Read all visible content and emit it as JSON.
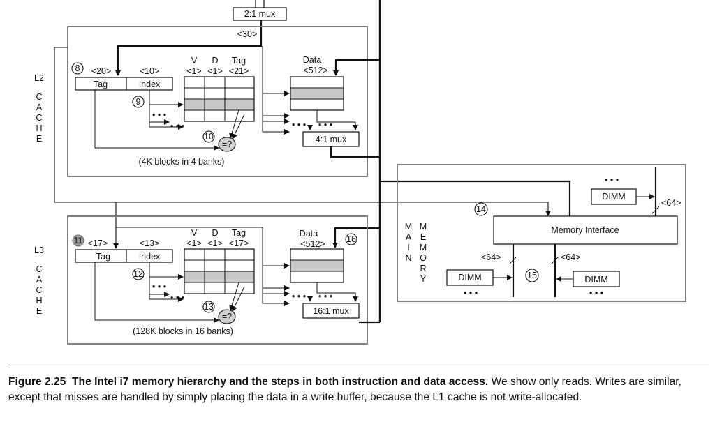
{
  "top": {
    "mux_label": "2:1 mux",
    "bus_width": "<30>"
  },
  "l2": {
    "side_label": [
      "L2",
      "C",
      "A",
      "C",
      "H",
      "E"
    ],
    "step_a": "8",
    "tag_width": "<20>",
    "index_width": "<10>",
    "tag_label": "Tag",
    "index_label": "Index",
    "col_v": "V",
    "col_d": "D",
    "col_tag": "Tag",
    "w_v": "<1>",
    "w_d": "<1>",
    "w_tag": "<21>",
    "step_b": "9",
    "step_c": "10",
    "compare": "=?",
    "data_label": "Data",
    "data_width": "<512>",
    "mux_label": "4:1 mux",
    "blocks_note": "(4K blocks in 4 banks)",
    "dots": "• • •"
  },
  "l3": {
    "side_label": [
      "L3",
      "C",
      "A",
      "C",
      "H",
      "E"
    ],
    "step_a": "11",
    "tag_width": "<17>",
    "index_width": "<13>",
    "tag_label": "Tag",
    "index_label": "Index",
    "col_v": "V",
    "col_d": "D",
    "col_tag": "Tag",
    "w_v": "<1>",
    "w_d": "<1>",
    "w_tag": "<17>",
    "step_b": "12",
    "step_c": "13",
    "step_d": "16",
    "compare": "=?",
    "data_label": "Data",
    "data_width": "<512>",
    "mux_label": "16:1 mux",
    "blocks_note": "(128K blocks in 16 banks)",
    "dots": "• • •"
  },
  "memory": {
    "side_label_a": [
      "M",
      "A",
      "I",
      "N"
    ],
    "side_label_b": [
      "M",
      "E",
      "M",
      "O",
      "R",
      "Y"
    ],
    "interface": "Memory Interface",
    "step_a": "14",
    "step_b": "15",
    "dimm": "DIMM",
    "bus64": "<64>",
    "dots": "• • •"
  },
  "caption": {
    "label": "Figure 2.25",
    "bold": "The Intel i7 memory hierarchy and the steps in both instruction and data access.",
    "text": " We show only reads. Writes are similar, except that misses are handled by simply placing the data in a write buffer, because the L1 cache is not write-allocated."
  }
}
